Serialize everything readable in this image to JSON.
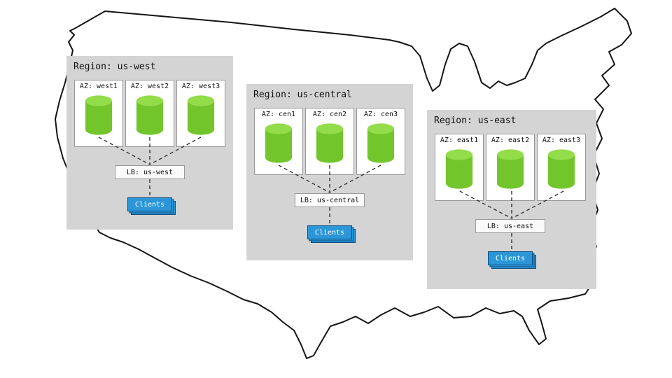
{
  "icons": {
    "map": "us-map-outline",
    "database": "database-cylinder-icon"
  },
  "colors": {
    "region_bg": "#d4d4d4",
    "az_bg": "#ffffff",
    "az_border": "#999999",
    "lb_bg": "#fafafa",
    "lb_border": "#999999",
    "cylinder_body": "#72C62C",
    "cylinder_top": "#93DC4A",
    "clients_bg": "#2B97D8",
    "clients_border": "#0F4C7E",
    "connector": "#333333",
    "map_stroke": "#151515",
    "text": "#111111"
  },
  "regions": [
    {
      "title": "Region: us-west",
      "azs": [
        {
          "label": "AZ: west1"
        },
        {
          "label": "AZ: west2"
        },
        {
          "label": "AZ: west3"
        }
      ],
      "lb_label": "LB: us-west",
      "clients_label": "Clients"
    },
    {
      "title": "Region: us-central",
      "azs": [
        {
          "label": "AZ: cen1"
        },
        {
          "label": "AZ: cen2"
        },
        {
          "label": "AZ: cen3"
        }
      ],
      "lb_label": "LB: us-central",
      "clients_label": "Clients"
    },
    {
      "title": "Region: us-east",
      "azs": [
        {
          "label": "AZ: east1"
        },
        {
          "label": "AZ: east2"
        },
        {
          "label": "AZ: east3"
        }
      ],
      "lb_label": "LB: us-east",
      "clients_label": "Clients"
    }
  ]
}
